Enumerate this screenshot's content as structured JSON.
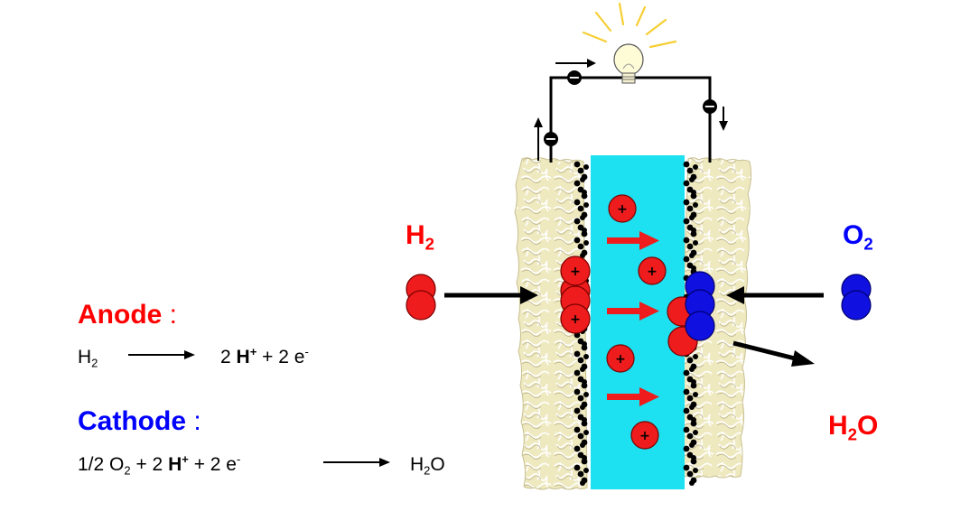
{
  "colors": {
    "anode_label": "#ff0000",
    "cathode_label": "#0000ff",
    "proton": "#ee1c1c",
    "oxygen": "#1010e0",
    "membrane": "#1de0f0",
    "electrode": "#efe9c0"
  },
  "labels": {
    "h2": {
      "main": "H",
      "sub": "2"
    },
    "o2": {
      "main": "O",
      "sub": "2"
    },
    "h2o": {
      "pre": "H",
      "sub": "2",
      "post": "O"
    }
  },
  "anode": {
    "title": "Anode",
    "colon": ":",
    "reactant": "H",
    "reactant_sub": "2",
    "prod_coef": "2 ",
    "prod_ion": "H",
    "prod_charge": "+",
    "prod_rest": " + 2 e",
    "prod_rest_sup": "-"
  },
  "cathode": {
    "title": "Cathode",
    "colon": ":",
    "o2_coef": "1/2 O",
    "o2_sub": "2",
    "mid": " + 2 ",
    "ion": "H",
    "ion_charge": "+",
    "rest": " + 2 e",
    "rest_sup": "-",
    "product": "H",
    "product_sub": "2",
    "product_post": "O"
  },
  "symbols": {
    "plus": "+",
    "electron": "−"
  },
  "icons": [
    "light-bulb-icon",
    "arrow-icon"
  ]
}
